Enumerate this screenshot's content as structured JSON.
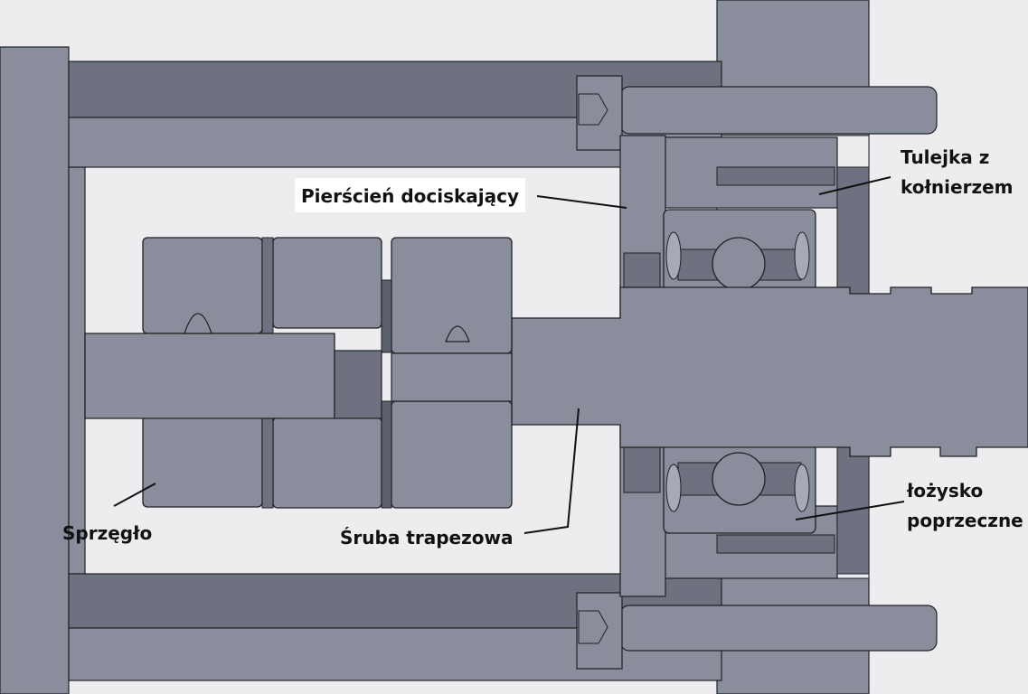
{
  "labels": {
    "ring": "Pierścień dociskający",
    "sleeve_line1": "Tulejka z",
    "sleeve_line2": "kołnierzem",
    "coupling": "Sprzęgło",
    "screw": "Śruba trapezowa",
    "bearing_line1": "łożysko",
    "bearing_line2": "poprzeczne"
  },
  "colors": {
    "face": "#8a8d9c",
    "dark": "#6e7180",
    "darker": "#5c5f6c",
    "light": "#a7aab6",
    "edge": "#202124",
    "label_bg": "#ffffff"
  }
}
